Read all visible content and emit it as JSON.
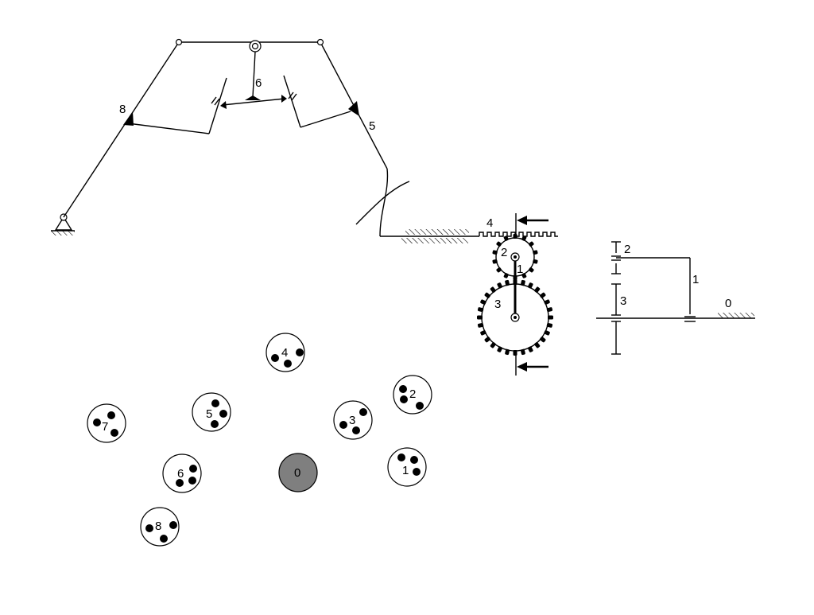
{
  "mechanism_labels": [
    "8",
    "6",
    "5",
    "4",
    "2",
    "1",
    "3"
  ],
  "schematic_labels": [
    "2",
    "1",
    "3",
    "0"
  ],
  "node_labels": [
    "0",
    "1",
    "2",
    "3",
    "4",
    "5",
    "6",
    "7",
    "8"
  ],
  "colors": {
    "stroke": "#000000",
    "node_fill": "#ffffff",
    "ground_node_fill": "#7f7f7f"
  }
}
